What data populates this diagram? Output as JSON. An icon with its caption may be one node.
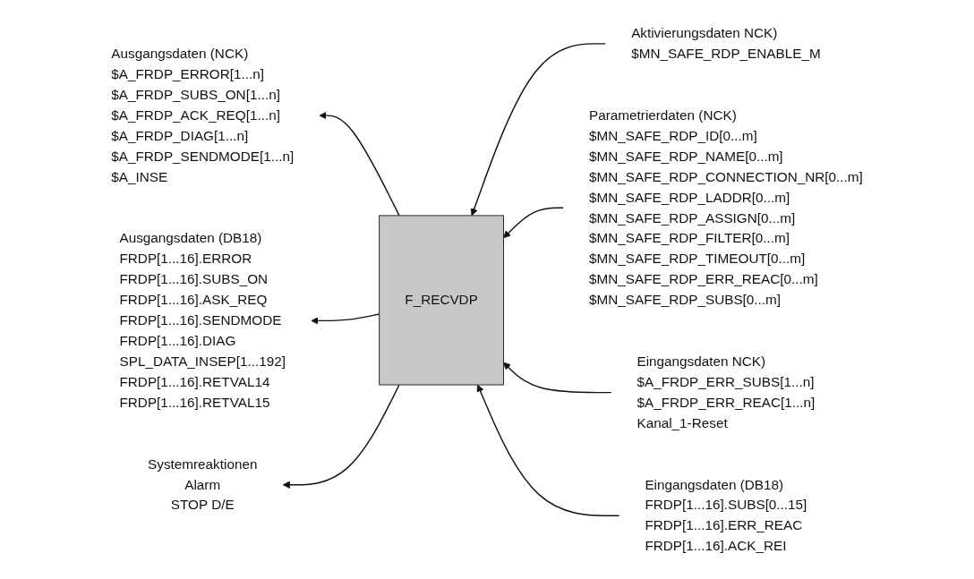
{
  "diagram": {
    "nodes": [
      {
        "text": [
          "Aktivierungsdaten NCK)",
          "$MN_SAFE_RDP_ENABLE_M"
        ]
      },
      {
        "text": [
          "Parametrierdaten (NCK)",
          "$MN_SAFE_RDP_ID[0...m]",
          "$MN_SAFE_RDP_NAME[0...m]",
          "$MN_SAFE_RDP_CONNECTION_NR[0...m]",
          "$MN_SAFE_RDP_LADDR[0...m]",
          "$MN_SAFE_RDP_ASSIGN[0...m]",
          "$MN_SAFE_RDP_FILTER[0...m]",
          "$MN_SAFE_RDP_TIMEOUT[0...m]",
          "$MN_SAFE_RDP_ERR_REAC[0...m]",
          "$MN_SAFE_RDP_SUBS[0...m]"
        ]
      },
      {
        "text": [
          "Ausgangsdaten (NCK)",
          "$A_FRDP_ERROR[1...n]",
          "$A_FRDP_SUBS_ON[1...n]",
          "$A_FRDP_ACK_REQ[1...n]",
          "$A_FRDP_DIAG[1...n]",
          "$A_FRDP_SENDMODE[1...n]",
          "$A_INSE"
        ]
      },
      {
        "text": [
          "F_RECVDP"
        ]
      },
      {
        "text": [
          "Eingangsdaten NCK)",
          "$A_FRDP_ERR_SUBS[1...n]",
          "$A_FRDP_ERR_REAC[1...n]",
          "Kanal_1-Reset"
        ]
      },
      {
        "text": [
          "Ausgangsdaten (DB18)",
          "FRDP[1...16].ERROR",
          "FRDP[1...16].SUBS_ON",
          "FRDP[1...16].ASK_REQ",
          "FRDP[1...16].SENDMODE",
          "FRDP[1...16].DIAG",
          "SPL_DATA_INSEP[1...192]",
          "FRDP[1...16].RETVAL14",
          "FRDP[1...16].RETVAL15"
        ]
      },
      {
        "text": [
          "Eingangsdaten (DB18)",
          "FRDP[1...16].SUBS[0...15]",
          "FRDP[1...16].ERR_REAC",
          "FRDP[1...16].ACK_REI"
        ]
      },
      {
        "text": [
          "Systemreaktionen",
          "Alarm",
          "STOP D/E"
        ]
      }
    ],
    "edges": [
      {
        "from": 0,
        "to": 3,
        "arrow": "to"
      },
      {
        "from": 1,
        "to": 3,
        "arrow": "to"
      },
      {
        "from": 3,
        "to": 2,
        "arrow": "to"
      },
      {
        "from": 4,
        "to": 3,
        "arrow": "to"
      },
      {
        "from": 3,
        "to": 5,
        "arrow": "to"
      },
      {
        "from": 6,
        "to": 3,
        "arrow": "to"
      },
      {
        "from": 3,
        "to": 7,
        "arrow": "to"
      }
    ]
  }
}
